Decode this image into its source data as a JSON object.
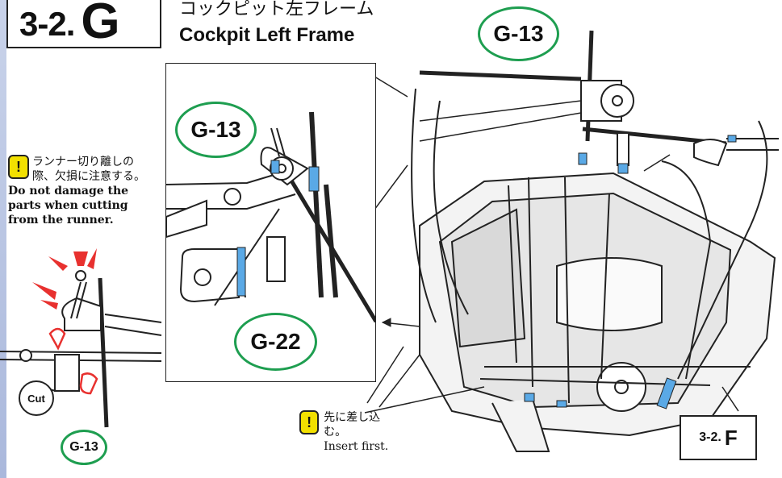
{
  "step": {
    "number": "3-2.",
    "letter": "G"
  },
  "title": {
    "jp": "コックピット左フレーム",
    "en": "Cockpit Left Frame"
  },
  "callouts": {
    "top": "G-13",
    "inset_top": "G-13",
    "inset_bottom": "G-22",
    "small": "G-13"
  },
  "notes": {
    "runner_jp_line1": "ランナー切り離しの",
    "runner_jp_line2": "際、欠損に注意する。",
    "runner_en_line1": "Do not damage the",
    "runner_en_line2": "parts when cutting",
    "runner_en_line3": "from the runner.",
    "insert_jp": "先に差し込む。",
    "insert_en": "Insert first."
  },
  "warning_icon": "!",
  "cut_label": "Cut",
  "reference": {
    "number": "3-2.",
    "letter": "F"
  },
  "colors": {
    "callout_green": "#1e9e50",
    "warning_yellow": "#f2e000",
    "part_blue": "#5aa9e6",
    "cut_red": "#e8312f"
  }
}
